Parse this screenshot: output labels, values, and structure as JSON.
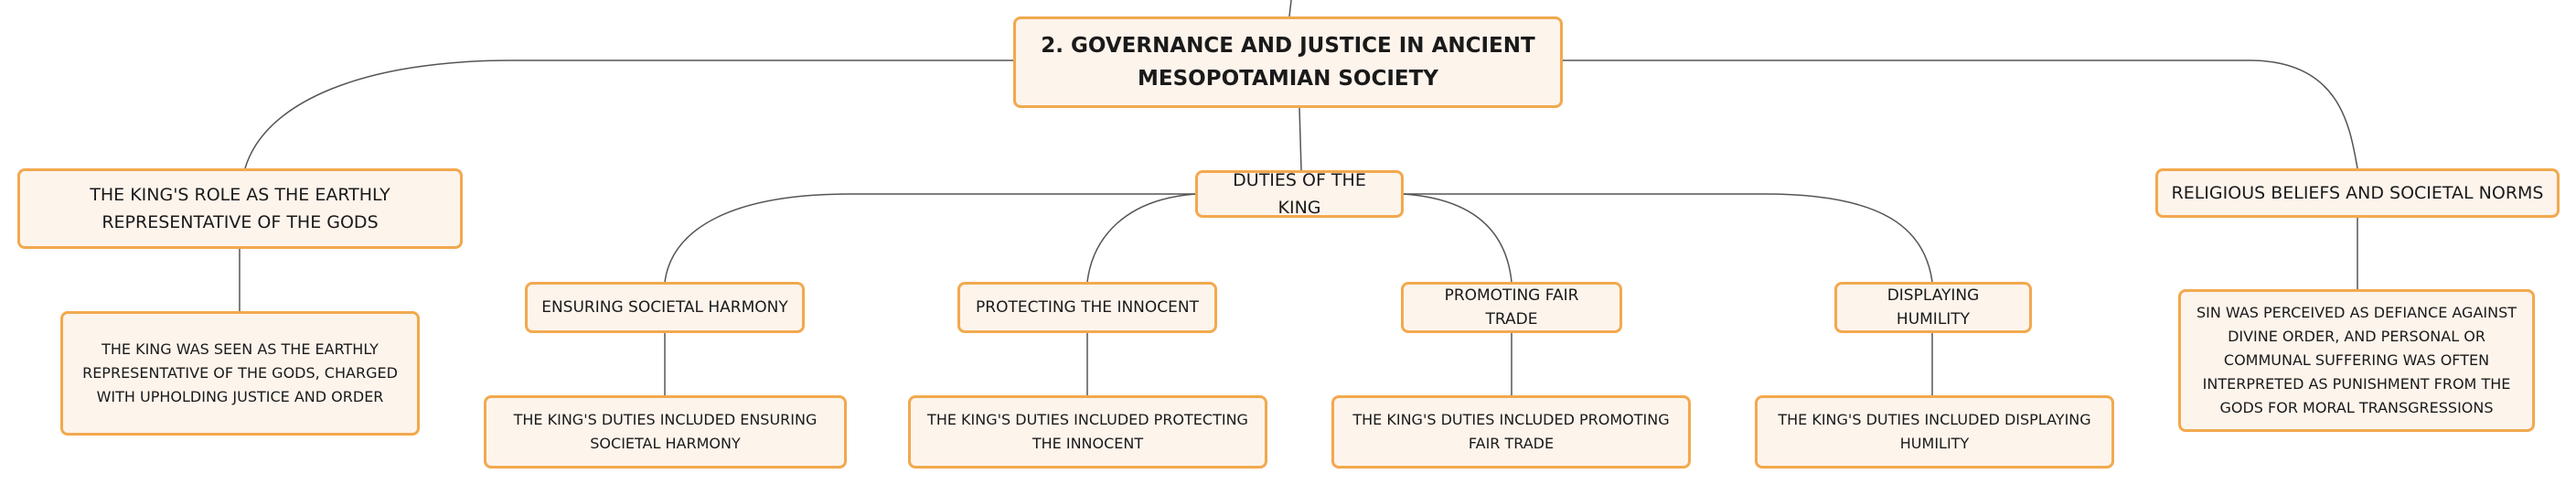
{
  "root": "2. Governance and Justice in Ancient Mesopotamian Society",
  "king_role": {
    "title": "The King's Role as the Earthly Representative of the Gods",
    "detail": "The king was seen as the earthly representative of the gods, charged with upholding justice and order"
  },
  "duties": {
    "title": "Duties of the King",
    "items": [
      {
        "title": "Ensuring Societal Harmony",
        "detail": "The King's duties included ensuring societal harmony"
      },
      {
        "title": "Protecting the Innocent",
        "detail": "The King's duties included protecting the innocent"
      },
      {
        "title": "Promoting Fair Trade",
        "detail": "The King's duties included promoting fair trade"
      },
      {
        "title": "Displaying Humility",
        "detail": "The King's duties included displaying humility"
      }
    ]
  },
  "religion": {
    "title": "Religious Beliefs and Societal Norms",
    "detail": "Sin was perceived as defiance against divine order, and personal or communal suffering was often interpreted as punishment from the gods for moral transgressions"
  },
  "colors": {
    "node_fill": "#fdf4ec",
    "node_border": "#f2a94e",
    "connector": "#555555"
  }
}
